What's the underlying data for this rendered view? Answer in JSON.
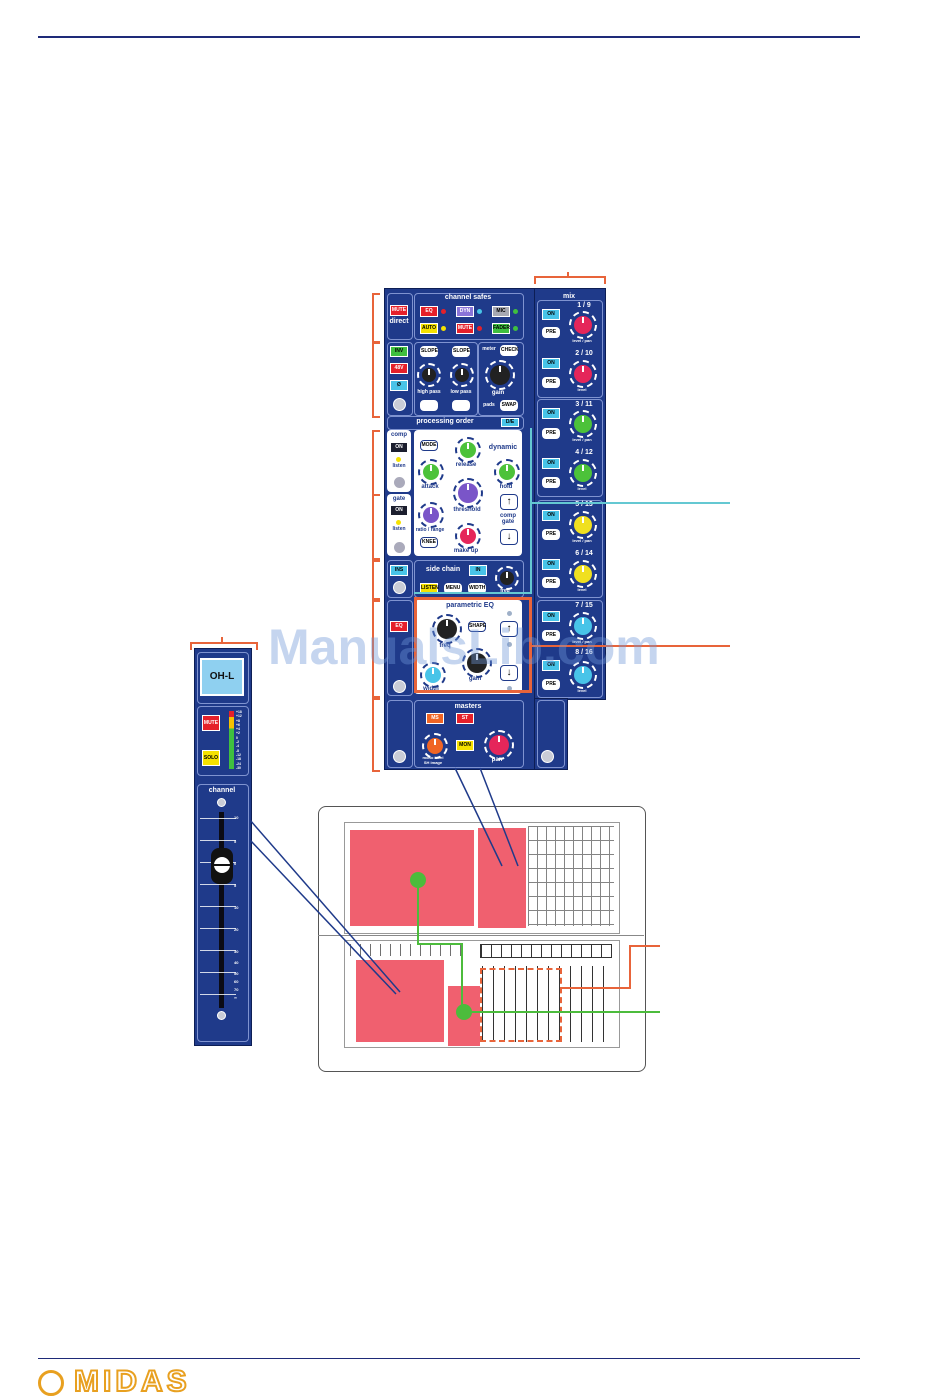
{
  "channel_safes": {
    "title": "channel safes",
    "row1": [
      "EQ",
      "DYN",
      "MIC"
    ],
    "row2": [
      "AUTO",
      "MUTE",
      "FADER"
    ]
  },
  "direct": {
    "mute": "MUTE",
    "label": "direct"
  },
  "filters": {
    "buttons_left": [
      "INV",
      "48V",
      "Ø"
    ],
    "slope": "SLOPE",
    "high_pass": "high pass",
    "low_pass": "low pass",
    "meter": "meter",
    "check": "CHECK",
    "gain": "gain",
    "pads": "pads",
    "swap": "SWAP"
  },
  "processing_order": {
    "title": "processing order",
    "button": "D/E"
  },
  "dynamics": {
    "comp_label": "comp",
    "comp_on": "ON",
    "listen": "listen",
    "gate_label": "gate",
    "gate_on": "ON",
    "mode": "MODE",
    "title": "dynamic",
    "attack": "attack",
    "release": "release",
    "hold": "hold",
    "threshold": "threshold",
    "ratio_range": "ratio / range",
    "knee": "KNEE",
    "make_up": "make up",
    "comp_gate": "comp\ngate"
  },
  "side_chain": {
    "title": "side chain",
    "in": "IN",
    "listen": "LISTEN",
    "menu": "MENU",
    "width": "WIDTH",
    "freq": "freq",
    "ins": "INS"
  },
  "eq": {
    "title": "parametric EQ",
    "button": "EQ",
    "freq": "freq",
    "shape": "SHAPE",
    "width": "width",
    "gain": "gain"
  },
  "mix": {
    "title": "mix",
    "pairs": [
      {
        "label": "1 / 9",
        "sub": "level / pan",
        "color": "#e5265a"
      },
      {
        "label": "2 / 10",
        "sub": "level",
        "color": "#e5265a"
      },
      {
        "label": "3 / 11",
        "sub": "level / pan",
        "color": "#4cc23a"
      },
      {
        "label": "4 / 12",
        "sub": "level",
        "color": "#4cc23a"
      },
      {
        "label": "5 / 13",
        "sub": "level / pan",
        "color": "#f0e020"
      },
      {
        "label": "6 / 14",
        "sub": "level",
        "color": "#f0e020"
      },
      {
        "label": "7 / 15",
        "sub": "level / pan",
        "color": "#48c4e8"
      },
      {
        "label": "8 / 16",
        "sub": "level",
        "color": "#48c4e8"
      }
    ],
    "on": "ON",
    "pre": "PRE"
  },
  "masters": {
    "title": "masters",
    "b1": "MS",
    "b2": "ST",
    "mono": "mono level\nSH image",
    "mon": "MON",
    "pan": "pan"
  },
  "channel_strip": {
    "name": "OH-L",
    "mute": "MUTE",
    "solo": "SOLO",
    "meter_scale": [
      "+18",
      "+12",
      "+8",
      "+6",
      "+4",
      "+2",
      "0",
      "-2",
      "-4",
      "-8",
      "-12",
      "-18",
      "-24",
      "-30"
    ],
    "fader_title": "channel",
    "fader_scale": [
      "10",
      "5",
      "0",
      "5",
      "10",
      "20",
      "30",
      "40",
      "50",
      "60",
      "70",
      "∞"
    ]
  },
  "watermark": "ManualsLib.com",
  "footer_logo": "MIDAS"
}
